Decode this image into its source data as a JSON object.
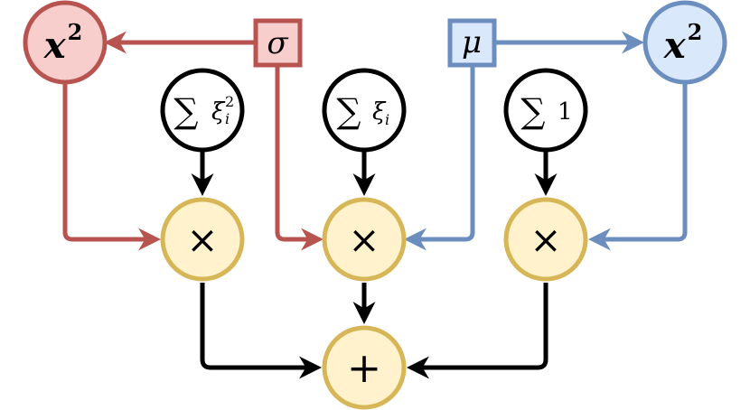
{
  "nodes": {
    "x2_left": {
      "base": "x",
      "sup": "2"
    },
    "sigma": {
      "label": "σ"
    },
    "mu": {
      "label": "μ"
    },
    "x2_right": {
      "base": "x",
      "sup": "2"
    },
    "sum_xi2": {
      "sigma": "∑",
      "var": "ξ",
      "sup": "2",
      "sub": "i"
    },
    "sum_xi": {
      "sigma": "∑",
      "var": "ξ",
      "sub": "i"
    },
    "sum_1": {
      "sigma": "∑",
      "var": "1"
    },
    "mult_left": {
      "label": "×"
    },
    "mult_center": {
      "label": "×"
    },
    "mult_right": {
      "label": "×"
    },
    "plus": {
      "label": "+"
    }
  },
  "colors": {
    "red_stroke": "#b85450",
    "red_fill": "#f8cecc",
    "blue_stroke": "#6c8ebf",
    "blue_fill": "#dae8fc",
    "yellow_stroke": "#d6b656",
    "yellow_fill": "#fff2cc",
    "black": "#000000"
  }
}
